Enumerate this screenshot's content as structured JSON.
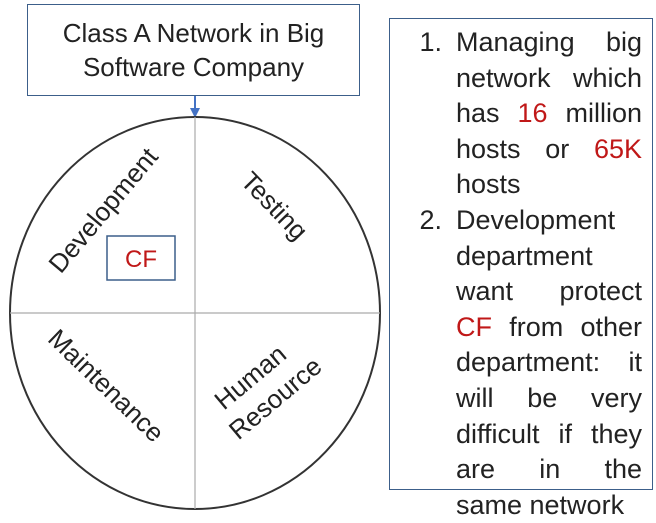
{
  "title_box": {
    "line1": "Class A Network in Big",
    "line2": "Software Company"
  },
  "circle_sections": {
    "top_left": "Development",
    "top_right": "Testing",
    "bottom_left": "Maintenance",
    "bottom_right_line1": "Human",
    "bottom_right_line2": "Resource"
  },
  "cf_box": {
    "label": "CF"
  },
  "notes": [
    {
      "number": "1.",
      "parts": [
        "Managing big network which has ",
        "16",
        " million hosts or ",
        "65K",
        " hosts"
      ]
    },
    {
      "number": "2.",
      "parts": [
        "Development department want protect ",
        "CF",
        " from other department: it will be very difficult if they are in the same network"
      ]
    }
  ],
  "colors": {
    "highlight": "#c01818",
    "border": "#3c5f8a",
    "arrow": "#4472c4",
    "text": "#222222"
  }
}
